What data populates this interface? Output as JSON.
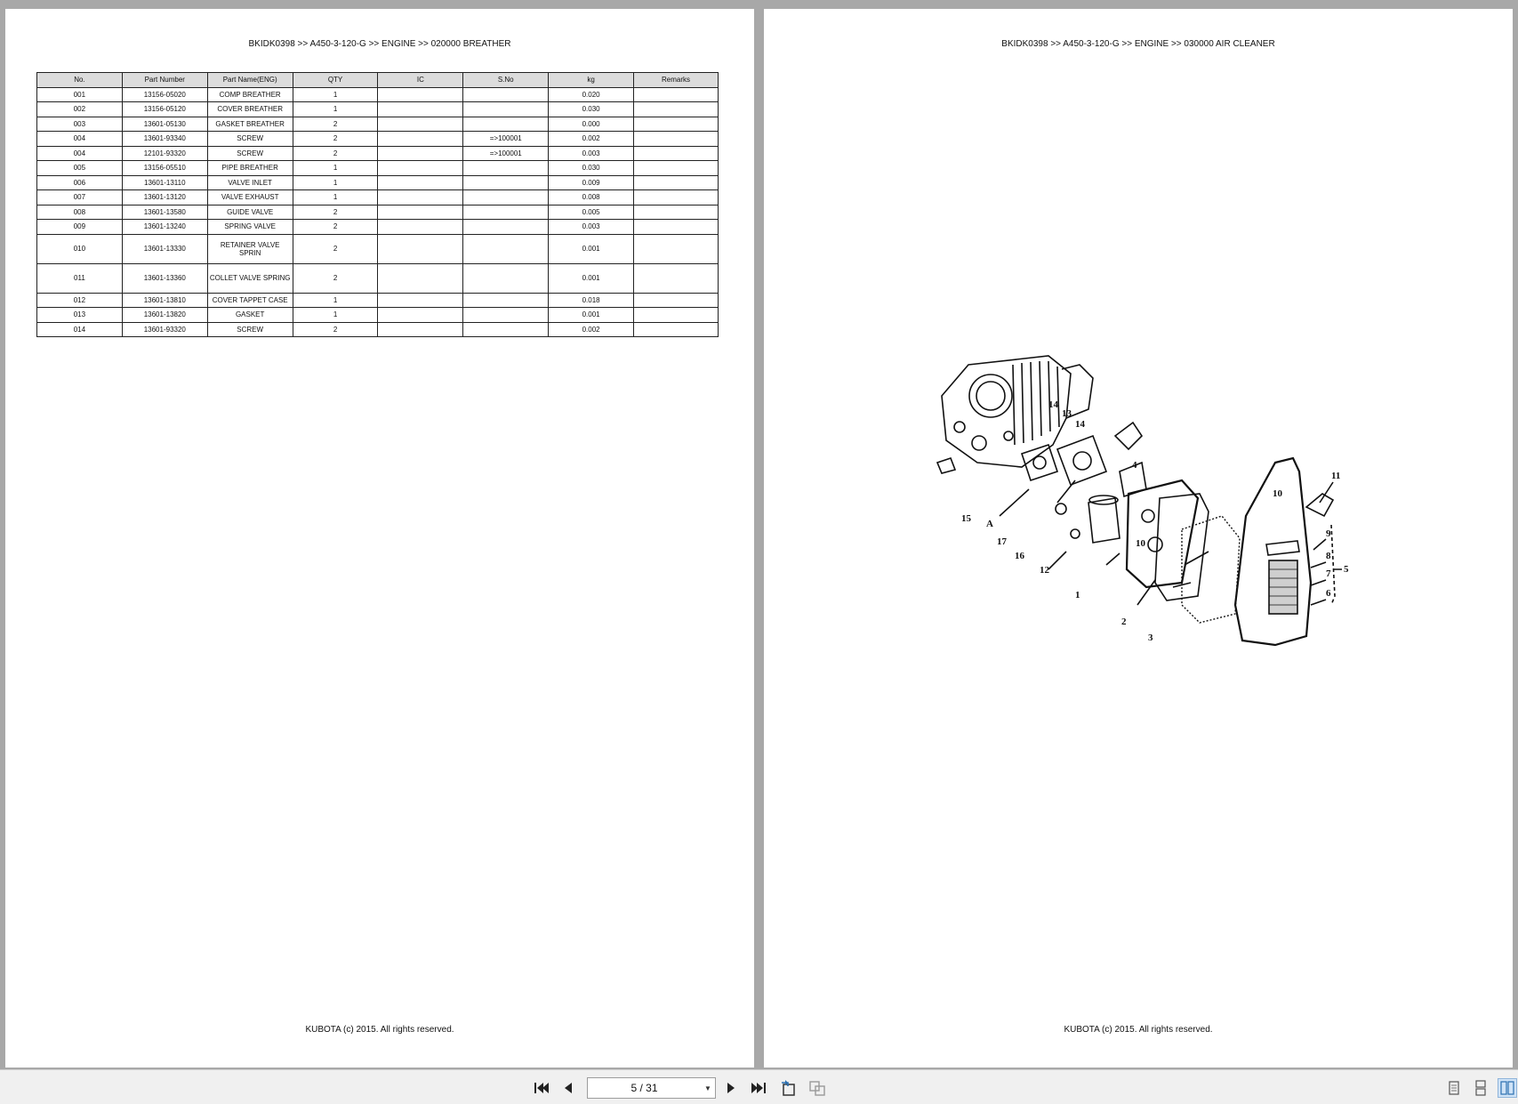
{
  "left_page": {
    "header": "BKIDK0398 >> A450-3-120-G >> ENGINE >> 020000   BREATHER",
    "columns": [
      "No.",
      "Part Number",
      "Part Name(ENG)",
      "QTY",
      "IC",
      "S.No",
      "kg",
      "Remarks"
    ],
    "rows": [
      [
        "001",
        "13156-05020",
        "COMP BREATHER",
        "1",
        "",
        "",
        "0.020",
        ""
      ],
      [
        "002",
        "13156-05120",
        "COVER BREATHER",
        "1",
        "",
        "",
        "0.030",
        ""
      ],
      [
        "003",
        "13601-05130",
        "GASKET BREATHER",
        "2",
        "",
        "",
        "0.000",
        ""
      ],
      [
        "004",
        "13601-93340",
        "SCREW",
        "2",
        "",
        "=>100001",
        "0.002",
        ""
      ],
      [
        "004",
        "12101-93320",
        "SCREW",
        "2",
        "",
        "=>100001",
        "0.003",
        ""
      ],
      [
        "005",
        "13156-05510",
        "PIPE BREATHER",
        "1",
        "",
        "",
        "0.030",
        ""
      ],
      [
        "006",
        "13601-13110",
        "VALVE INLET",
        "1",
        "",
        "",
        "0.009",
        ""
      ],
      [
        "007",
        "13601-13120",
        "VALVE EXHAUST",
        "1",
        "",
        "",
        "0.008",
        ""
      ],
      [
        "008",
        "13601-13580",
        "GUIDE VALVE",
        "2",
        "",
        "",
        "0.005",
        ""
      ],
      [
        "009",
        "13601-13240",
        "SPRING VALVE",
        "2",
        "",
        "",
        "0.003",
        ""
      ],
      [
        "010",
        "13601-13330",
        "RETAINER VALVE SPRIN",
        "2",
        "",
        "",
        "0.001",
        ""
      ],
      [
        "011",
        "13601-13360",
        "COLLET VALVE SPRING",
        "2",
        "",
        "",
        "0.001",
        ""
      ],
      [
        "012",
        "13601-13810",
        "COVER TAPPET CASE",
        "1",
        "",
        "",
        "0.018",
        ""
      ],
      [
        "013",
        "13601-13820",
        "GASKET",
        "1",
        "",
        "",
        "0.001",
        ""
      ],
      [
        "014",
        "13601-93320",
        "SCREW",
        "2",
        "",
        "",
        "0.002",
        ""
      ]
    ],
    "footer": "KUBOTA (c) 2015. All rights reserved."
  },
  "right_page": {
    "header": "BKIDK0398 >> A450-3-120-G >> ENGINE >> 030000   AIR CLEANER",
    "diagram_labels": [
      "14",
      "13",
      "14",
      "4",
      "15",
      "A",
      "17",
      "16",
      "12",
      "10",
      "1",
      "2",
      "3",
      "11",
      "10",
      "9",
      "8",
      "7",
      "6",
      "5"
    ],
    "footer": "KUBOTA (c) 2015. All rights reserved."
  },
  "toolbar": {
    "page_indicator": "5 / 31",
    "icons": [
      "first-page-icon",
      "previous-page-icon",
      "next-page-icon",
      "last-page-icon",
      "rotate-icon",
      "share-icon",
      "single-page-view-icon",
      "continuous-view-icon",
      "two-page-view-icon"
    ]
  }
}
